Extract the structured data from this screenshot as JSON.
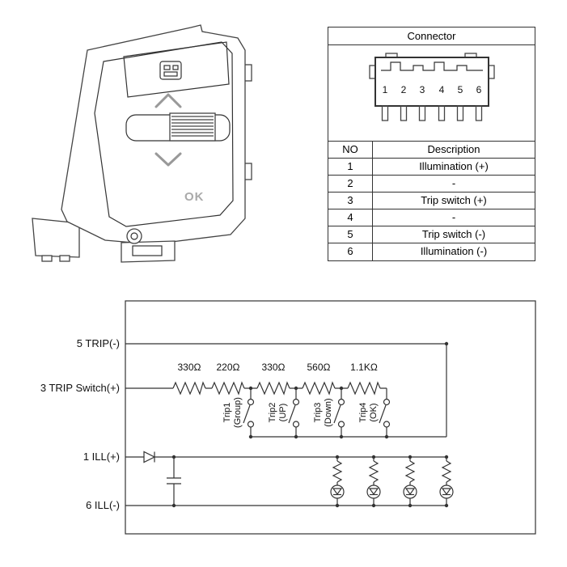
{
  "illustration": {
    "ok_label": "OK"
  },
  "connector_panel": {
    "title": "Connector",
    "pins": [
      "1",
      "2",
      "3",
      "4",
      "5",
      "6"
    ],
    "table": {
      "no_header": "NO",
      "desc_header": "Description",
      "rows": [
        {
          "no": "1",
          "desc": "Illumination (+)"
        },
        {
          "no": "2",
          "desc": "-"
        },
        {
          "no": "3",
          "desc": "Trip switch (+)"
        },
        {
          "no": "4",
          "desc": "-"
        },
        {
          "no": "5",
          "desc": "Trip switch (-)"
        },
        {
          "no": "6",
          "desc": "Illumination (-)"
        }
      ]
    }
  },
  "circuit": {
    "net_labels": {
      "trip_minus": "5 TRIP(-)",
      "trip_switch_plus": "3 TRIP Switch(+)",
      "ill_plus": "1 ILL(+)",
      "ill_minus": "6 ILL(-)"
    },
    "resistors": [
      "330Ω",
      "220Ω",
      "330Ω",
      "560Ω",
      "1.1KΩ"
    ],
    "switches": [
      {
        "name": "Trip1",
        "function": "(Group)"
      },
      {
        "name": "Trip2",
        "function": "(UP)"
      },
      {
        "name": "Trip3",
        "function": "(Down)"
      },
      {
        "name": "Trip4",
        "function": "(OK)"
      }
    ]
  }
}
